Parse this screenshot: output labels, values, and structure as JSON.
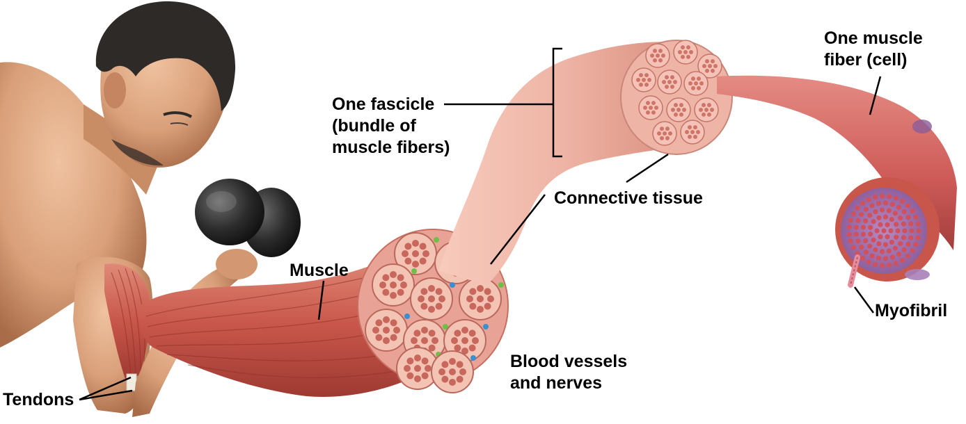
{
  "diagram": {
    "labels": {
      "tendons": "Tendons",
      "muscle": "Muscle",
      "fascicle_line1": "One fascicle",
      "fascicle_line2": "(bundle of",
      "fascicle_line3": "muscle fibers)",
      "connective_tissue": "Connective tissue",
      "blood_vessels_line1": "Blood vessels",
      "blood_vessels_line2": "and nerves",
      "fiber_line1": "One muscle",
      "fiber_line2": "fiber (cell)",
      "myofibril": "Myofibril"
    },
    "colors": {
      "skin": "#d9a07a",
      "skin_shadow": "#b57a55",
      "hair": "#2e2a28",
      "muscle_red": "#c8564a",
      "muscle_light": "#e8998a",
      "fascicle_pink": "#eeb4a5",
      "fiber_red": "#cd5a57",
      "myofibril_purple": "#9a6aa8",
      "dumbbell": "#2b2b2b"
    }
  }
}
